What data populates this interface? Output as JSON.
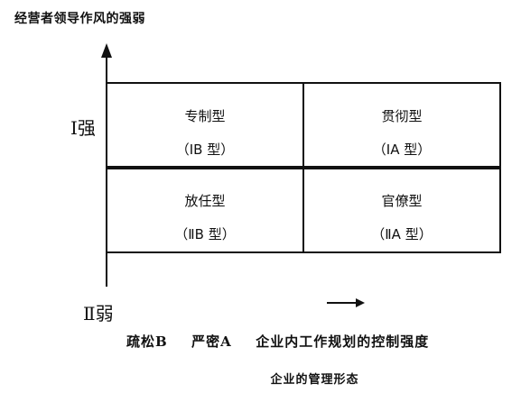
{
  "y_axis_title": "经营者领导作风的强弱",
  "y_axis": {
    "strong_label": "Ⅰ强",
    "weak_label": "Ⅱ弱"
  },
  "x_axis": {
    "loose_label": "疏松B",
    "strict_label": "严密A",
    "title": "企业内工作规划的控制强度"
  },
  "caption": "企业的管理形态",
  "cells": [
    {
      "name": "专制型",
      "code": "（ⅠB 型）"
    },
    {
      "name": "贯彻型",
      "code": "（ⅠA 型）"
    },
    {
      "name": "放任型",
      "code": "（ⅡB 型）"
    },
    {
      "name": "官僚型",
      "code": "（ⅡA 型）"
    }
  ],
  "colors": {
    "ink": "#111111",
    "background": "#ffffff"
  }
}
